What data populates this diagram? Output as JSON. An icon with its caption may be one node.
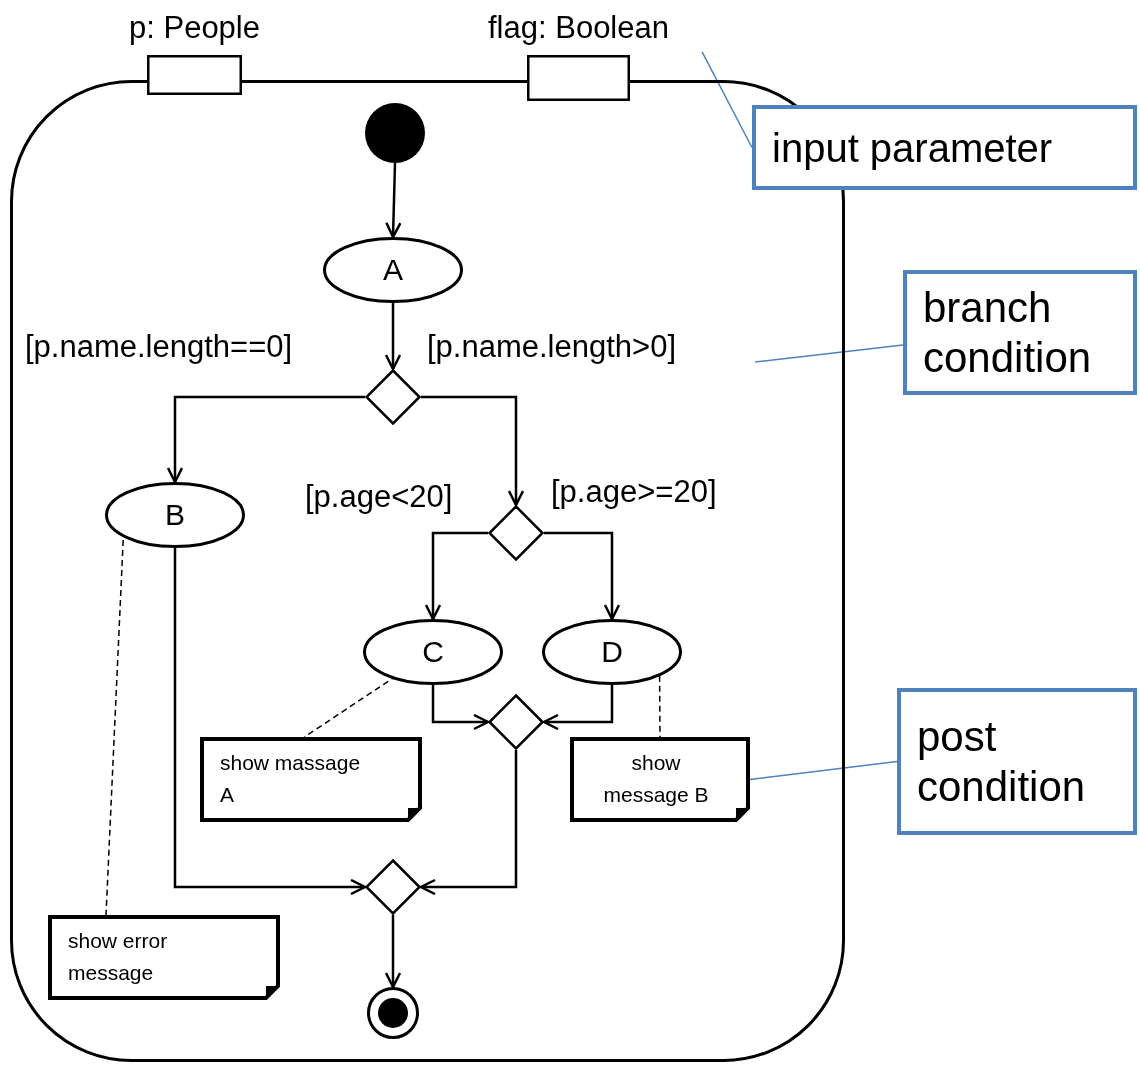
{
  "diagram": {
    "nodes": [
      {
        "text": [],
        "shape": "box"
      },
      {
        "text": [
          "p: People"
        ]
      },
      {
        "text": [
          "flag: Boolean"
        ]
      },
      {
        "text": [
          "input parameter"
        ]
      },
      {
        "text": [],
        "shape": "circle",
        "in": 0
      },
      {
        "text": [
          "A"
        ],
        "in": 0
      },
      {
        "text": [],
        "shape": "diamond",
        "in": 0
      },
      {
        "text": [
          "B"
        ],
        "in": 0
      },
      {
        "text": [],
        "shape": "diamond",
        "in": 0
      },
      {
        "text": [
          "C"
        ],
        "in": 0
      },
      {
        "text": [
          "D"
        ],
        "in": 0
      },
      {
        "text": [],
        "shape": "diamond",
        "in": 0
      },
      {
        "text": [],
        "shape": "diamond",
        "in": 0
      },
      {
        "text": [],
        "shape": "circle",
        "in": 0
      },
      {
        "text": [
          "show massage A"
        ],
        "in": 0
      },
      {
        "text": [
          "show message B"
        ],
        "in": 0
      },
      {
        "text": [
          "show error message"
        ],
        "in": 0
      },
      {
        "text": [
          "branch condition"
        ]
      },
      {
        "text": [
          "post condition"
        ]
      }
    ],
    "edges": [
      {
        "from": 4,
        "to": 5,
        "arrow": "to"
      },
      {
        "from": 5,
        "to": 6,
        "arrow": "to"
      },
      {
        "from": 6,
        "to": 7,
        "arrow": "to",
        "label": "[p.name.length==0]"
      },
      {
        "from": 6,
        "to": 8,
        "arrow": "to",
        "label": "[p.name.length>0]"
      },
      {
        "from": 8,
        "to": 9,
        "arrow": "to",
        "label": "[p.age<20]"
      },
      {
        "from": 8,
        "to": 10,
        "arrow": "to",
        "label": "[p.age>=20]"
      },
      {
        "from": 9,
        "to": 11,
        "arrow": "to"
      },
      {
        "from": 10,
        "to": 11,
        "arrow": "to"
      },
      {
        "from": 7,
        "to": 12,
        "arrow": "to"
      },
      {
        "from": 11,
        "to": 12,
        "arrow": "to"
      },
      {
        "from": 12,
        "to": 13,
        "arrow": "to"
      },
      {
        "from": 7,
        "to": 16,
        "arrow": "none",
        "style": "dashed"
      },
      {
        "from": 9,
        "to": 14,
        "arrow": "none",
        "style": "dashed"
      },
      {
        "from": 10,
        "to": 15,
        "arrow": "none",
        "style": "dashed"
      },
      {
        "from": 3,
        "to": 2,
        "arrow": "none",
        "color": "#4f81bd"
      },
      {
        "from": 17,
        "to": null,
        "arrow": "none",
        "color": "#4f81bd"
      },
      {
        "from": 18,
        "to": 15,
        "arrow": "none",
        "color": "#4f81bd"
      }
    ]
  }
}
